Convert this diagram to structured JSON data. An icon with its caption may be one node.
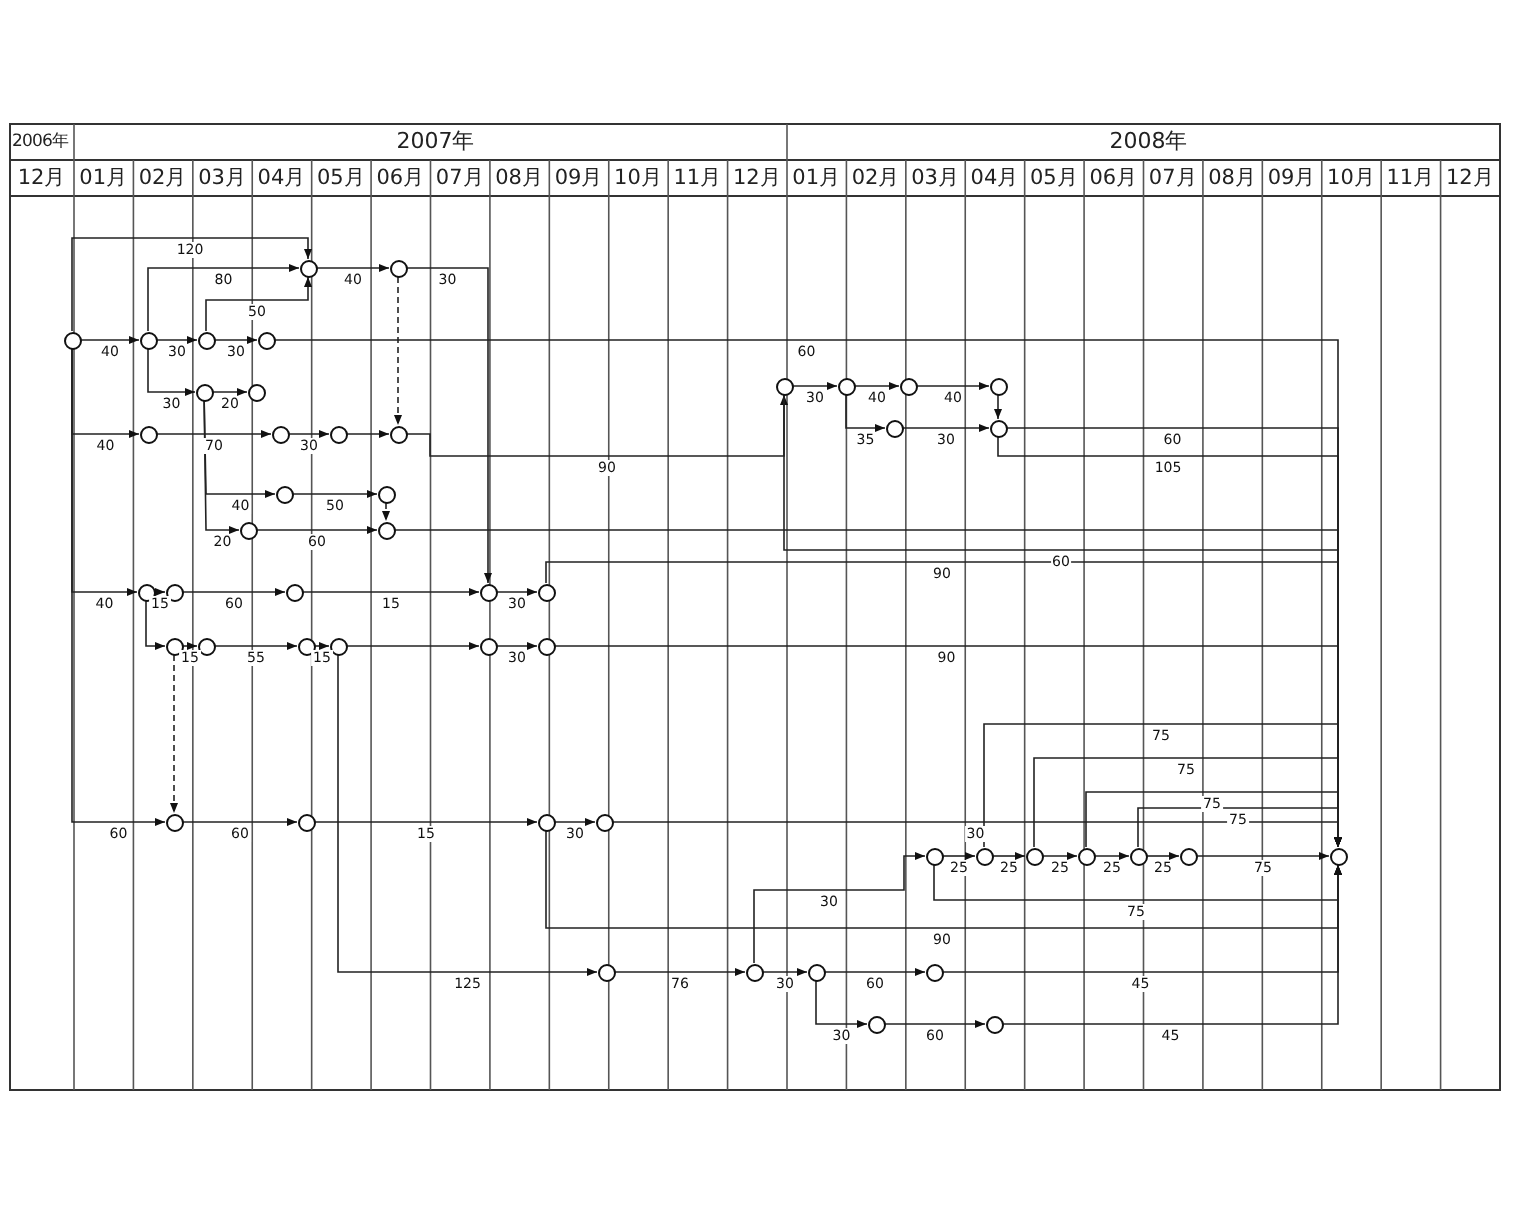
{
  "diagram": {
    "nodes": [
      {
        "text": [],
        "shape": "circle"
      },
      {
        "text": [],
        "shape": "circle"
      },
      {
        "text": [],
        "shape": "circle"
      },
      {
        "text": [],
        "shape": "circle"
      },
      {
        "text": [],
        "shape": "circle"
      },
      {
        "text": [],
        "shape": "circle"
      },
      {
        "text": [],
        "shape": "circle"
      },
      {
        "text": [],
        "shape": "circle"
      },
      {
        "text": [],
        "shape": "circle"
      },
      {
        "text": [],
        "shape": "circle"
      },
      {
        "text": [],
        "shape": "circle"
      },
      {
        "text": [],
        "shape": "circle"
      },
      {
        "text": [],
        "shape": "circle"
      },
      {
        "text": [],
        "shape": "circle"
      },
      {
        "text": [],
        "shape": "circle"
      },
      {
        "text": [],
        "shape": "circle"
      },
      {
        "text": [],
        "shape": "circle"
      },
      {
        "text": [],
        "shape": "circle"
      },
      {
        "text": [],
        "shape": "circle"
      },
      {
        "text": [],
        "shape": "circle"
      },
      {
        "text": [],
        "shape": "circle"
      },
      {
        "text": [],
        "shape": "circle"
      },
      {
        "text": [],
        "shape": "circle"
      },
      {
        "text": [],
        "shape": "circle"
      },
      {
        "text": [],
        "shape": "circle"
      },
      {
        "text": [],
        "shape": "circle"
      },
      {
        "text": [],
        "shape": "circle"
      },
      {
        "text": [],
        "shape": "circle"
      },
      {
        "text": [],
        "shape": "circle"
      },
      {
        "text": [],
        "shape": "circle"
      },
      {
        "text": [],
        "shape": "circle"
      },
      {
        "text": [],
        "shape": "circle"
      },
      {
        "text": [],
        "shape": "circle"
      },
      {
        "text": [],
        "shape": "circle"
      },
      {
        "text": [],
        "shape": "circle"
      },
      {
        "text": [],
        "shape": "circle"
      },
      {
        "text": [],
        "shape": "circle"
      },
      {
        "text": [],
        "shape": "circle"
      },
      {
        "text": [],
        "shape": "circle"
      },
      {
        "text": [],
        "shape": "circle"
      },
      {
        "text": [],
        "shape": "circle"
      },
      {
        "text": [],
        "shape": "circle"
      },
      {
        "text": [],
        "shape": "circle"
      },
      {
        "text": [],
        "shape": "circle"
      },
      {
        "text": [],
        "shape": "circle"
      },
      {
        "text": [],
        "shape": "circle"
      },
      {
        "text": [],
        "shape": "circle"
      },
      {
        "text": [],
        "shape": "circle"
      },
      {
        "text": [],
        "shape": "circle"
      },
      {
        "text": [],
        "shape": "circle"
      }
    ],
    "edges": [
      {
        "from": 0,
        "to": 1,
        "arrow": "to",
        "label": "40"
      },
      {
        "from": 1,
        "to": 2,
        "arrow": "to",
        "label": "30"
      },
      {
        "from": 2,
        "to": 3,
        "arrow": "to",
        "label": "30"
      },
      {
        "from": 3,
        "to": 43,
        "arrow": "to",
        "label": "60"
      },
      {
        "from": 0,
        "to": 4,
        "arrow": "to",
        "label": "120"
      },
      {
        "from": 1,
        "to": 4,
        "arrow": "to",
        "label": "80"
      },
      {
        "from": 2,
        "to": 4,
        "arrow": "to",
        "label": "50"
      },
      {
        "from": 4,
        "to": 5,
        "arrow": "to",
        "label": "40"
      },
      {
        "from": 5,
        "to": 19,
        "arrow": "to",
        "label": "30"
      },
      {
        "from": 1,
        "to": 6,
        "arrow": "to",
        "label": "30"
      },
      {
        "from": 6,
        "to": 7,
        "arrow": "to",
        "label": "20"
      },
      {
        "from": 0,
        "to": 8,
        "arrow": "to",
        "label": "40"
      },
      {
        "from": 8,
        "to": 9,
        "arrow": "to",
        "label": "70"
      },
      {
        "from": 9,
        "to": 10,
        "arrow": "to",
        "label": "30"
      },
      {
        "from": 10,
        "to": 11,
        "arrow": "to"
      },
      {
        "from": 11,
        "to": 31,
        "arrow": "to",
        "label": "90"
      },
      {
        "from": 5,
        "to": 11,
        "arrow": "to",
        "style": "dashed"
      },
      {
        "from": 6,
        "to": 12,
        "arrow": "to",
        "label": "40"
      },
      {
        "from": 12,
        "to": 13,
        "arrow": "to",
        "label": "50"
      },
      {
        "from": 13,
        "to": 15,
        "arrow": "to",
        "style": "dashed"
      },
      {
        "from": 6,
        "to": 14,
        "arrow": "to",
        "label": "20"
      },
      {
        "from": 14,
        "to": 15,
        "arrow": "to",
        "label": "60"
      },
      {
        "from": 15,
        "to": 43,
        "arrow": "to"
      },
      {
        "from": 31,
        "to": 43,
        "arrow": "to",
        "label": "60"
      },
      {
        "from": 0,
        "to": 16,
        "arrow": "to",
        "label": "40"
      },
      {
        "from": 16,
        "to": 17,
        "arrow": "to",
        "label": "15"
      },
      {
        "from": 17,
        "to": 18,
        "arrow": "to",
        "label": "60"
      },
      {
        "from": 18,
        "to": 19,
        "arrow": "to",
        "label": "15"
      },
      {
        "from": 19,
        "to": 20,
        "arrow": "to",
        "label": "30"
      },
      {
        "from": 20,
        "to": 43,
        "arrow": "to",
        "label": "90"
      },
      {
        "from": 16,
        "to": 21,
        "arrow": "to"
      },
      {
        "from": 21,
        "to": 22,
        "arrow": "to",
        "label": "15"
      },
      {
        "from": 22,
        "to": 23,
        "arrow": "to",
        "label": "55"
      },
      {
        "from": 23,
        "to": 24,
        "arrow": "to",
        "label": "15"
      },
      {
        "from": 24,
        "to": 25,
        "arrow": "to"
      },
      {
        "from": 25,
        "to": 26,
        "arrow": "to",
        "label": "30"
      },
      {
        "from": 26,
        "to": 43,
        "arrow": "to",
        "label": "90"
      },
      {
        "from": 21,
        "to": 27,
        "arrow": "to",
        "style": "dashed"
      },
      {
        "from": 0,
        "to": 27,
        "arrow": "to",
        "label": "60"
      },
      {
        "from": 27,
        "to": 28,
        "arrow": "to",
        "label": "60"
      },
      {
        "from": 28,
        "to": 29,
        "arrow": "to",
        "label": "15"
      },
      {
        "from": 29,
        "to": 30,
        "arrow": "to",
        "label": "30"
      },
      {
        "from": 30,
        "to": 43,
        "arrow": "to",
        "label": "30"
      },
      {
        "from": 24,
        "to": 44,
        "arrow": "to",
        "label": "125"
      },
      {
        "from": 44,
        "to": 45,
        "arrow": "to",
        "label": "76"
      },
      {
        "from": 45,
        "to": 46,
        "arrow": "to",
        "label": "30"
      },
      {
        "from": 46,
        "to": 47,
        "arrow": "to",
        "label": "60"
      },
      {
        "from": 47,
        "to": 43,
        "arrow": "to",
        "label": "45"
      },
      {
        "from": 46,
        "to": 48,
        "arrow": "to",
        "label": "30"
      },
      {
        "from": 48,
        "to": 49,
        "arrow": "to",
        "label": "60"
      },
      {
        "from": 49,
        "to": 43,
        "arrow": "to",
        "label": "45"
      },
      {
        "from": 31,
        "to": 32,
        "arrow": "to",
        "label": "30"
      },
      {
        "from": 32,
        "to": 33,
        "arrow": "to",
        "label": "40"
      },
      {
        "from": 33,
        "to": 34,
        "arrow": "to",
        "label": "40"
      },
      {
        "from": 32,
        "to": 35,
        "arrow": "to",
        "label": "35"
      },
      {
        "from": 35,
        "to": 36,
        "arrow": "to",
        "label": "30"
      },
      {
        "from": 34,
        "to": 36,
        "arrow": "to"
      },
      {
        "from": 36,
        "to": 43,
        "arrow": "to",
        "label": "60"
      },
      {
        "from": 36,
        "to": 43,
        "arrow": "to",
        "label": "105"
      },
      {
        "from": 45,
        "to": 37,
        "arrow": "to",
        "label": "30"
      },
      {
        "from": 37,
        "to": 38,
        "arrow": "to",
        "label": "25"
      },
      {
        "from": 38,
        "to": 39,
        "arrow": "to",
        "label": "25"
      },
      {
        "from": 39,
        "to": 40,
        "arrow": "to",
        "label": "25"
      },
      {
        "from": 40,
        "to": 41,
        "arrow": "to",
        "label": "25"
      },
      {
        "from": 41,
        "to": 42,
        "arrow": "to",
        "label": "25"
      },
      {
        "from": 42,
        "to": 43,
        "arrow": "to",
        "label": "75"
      },
      {
        "from": 38,
        "to": 43,
        "arrow": "to",
        "label": "75"
      },
      {
        "from": 39,
        "to": 43,
        "arrow": "to",
        "label": "75"
      },
      {
        "from": 40,
        "to": 43,
        "arrow": "to",
        "label": "75"
      },
      {
        "from": 41,
        "to": 43,
        "arrow": "to",
        "label": "75"
      },
      {
        "from": 37,
        "to": 43,
        "arrow": "to",
        "label": "75"
      },
      {
        "from": 29,
        "to": 43,
        "arrow": "to",
        "label": "90"
      }
    ],
    "labels": [
      "2006年",
      "2007年",
      "2008年",
      "12月",
      "01月",
      "02月",
      "03月",
      "04月",
      "05月",
      "06月",
      "07月",
      "08月",
      "09月",
      "10月",
      "11月",
      "12月",
      "01月",
      "02月",
      "03月",
      "04月",
      "05月",
      "06月",
      "07月",
      "08月",
      "09月",
      "10月",
      "11月",
      "12月"
    ]
  }
}
